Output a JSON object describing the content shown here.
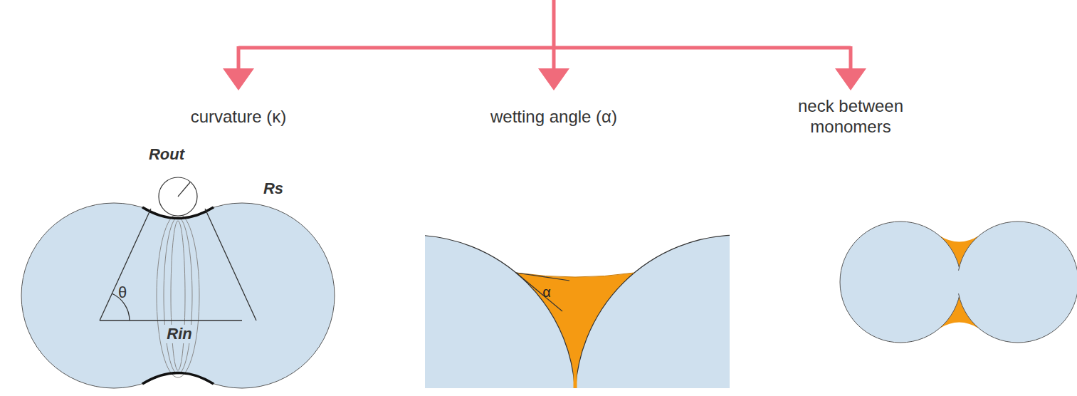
{
  "diagram": {
    "labels": [
      "curvature (κ)",
      "wetting angle (α)",
      "neck between monomers",
      "Rout",
      "θ",
      "Rs",
      "Rin",
      "α"
    ]
  }
}
